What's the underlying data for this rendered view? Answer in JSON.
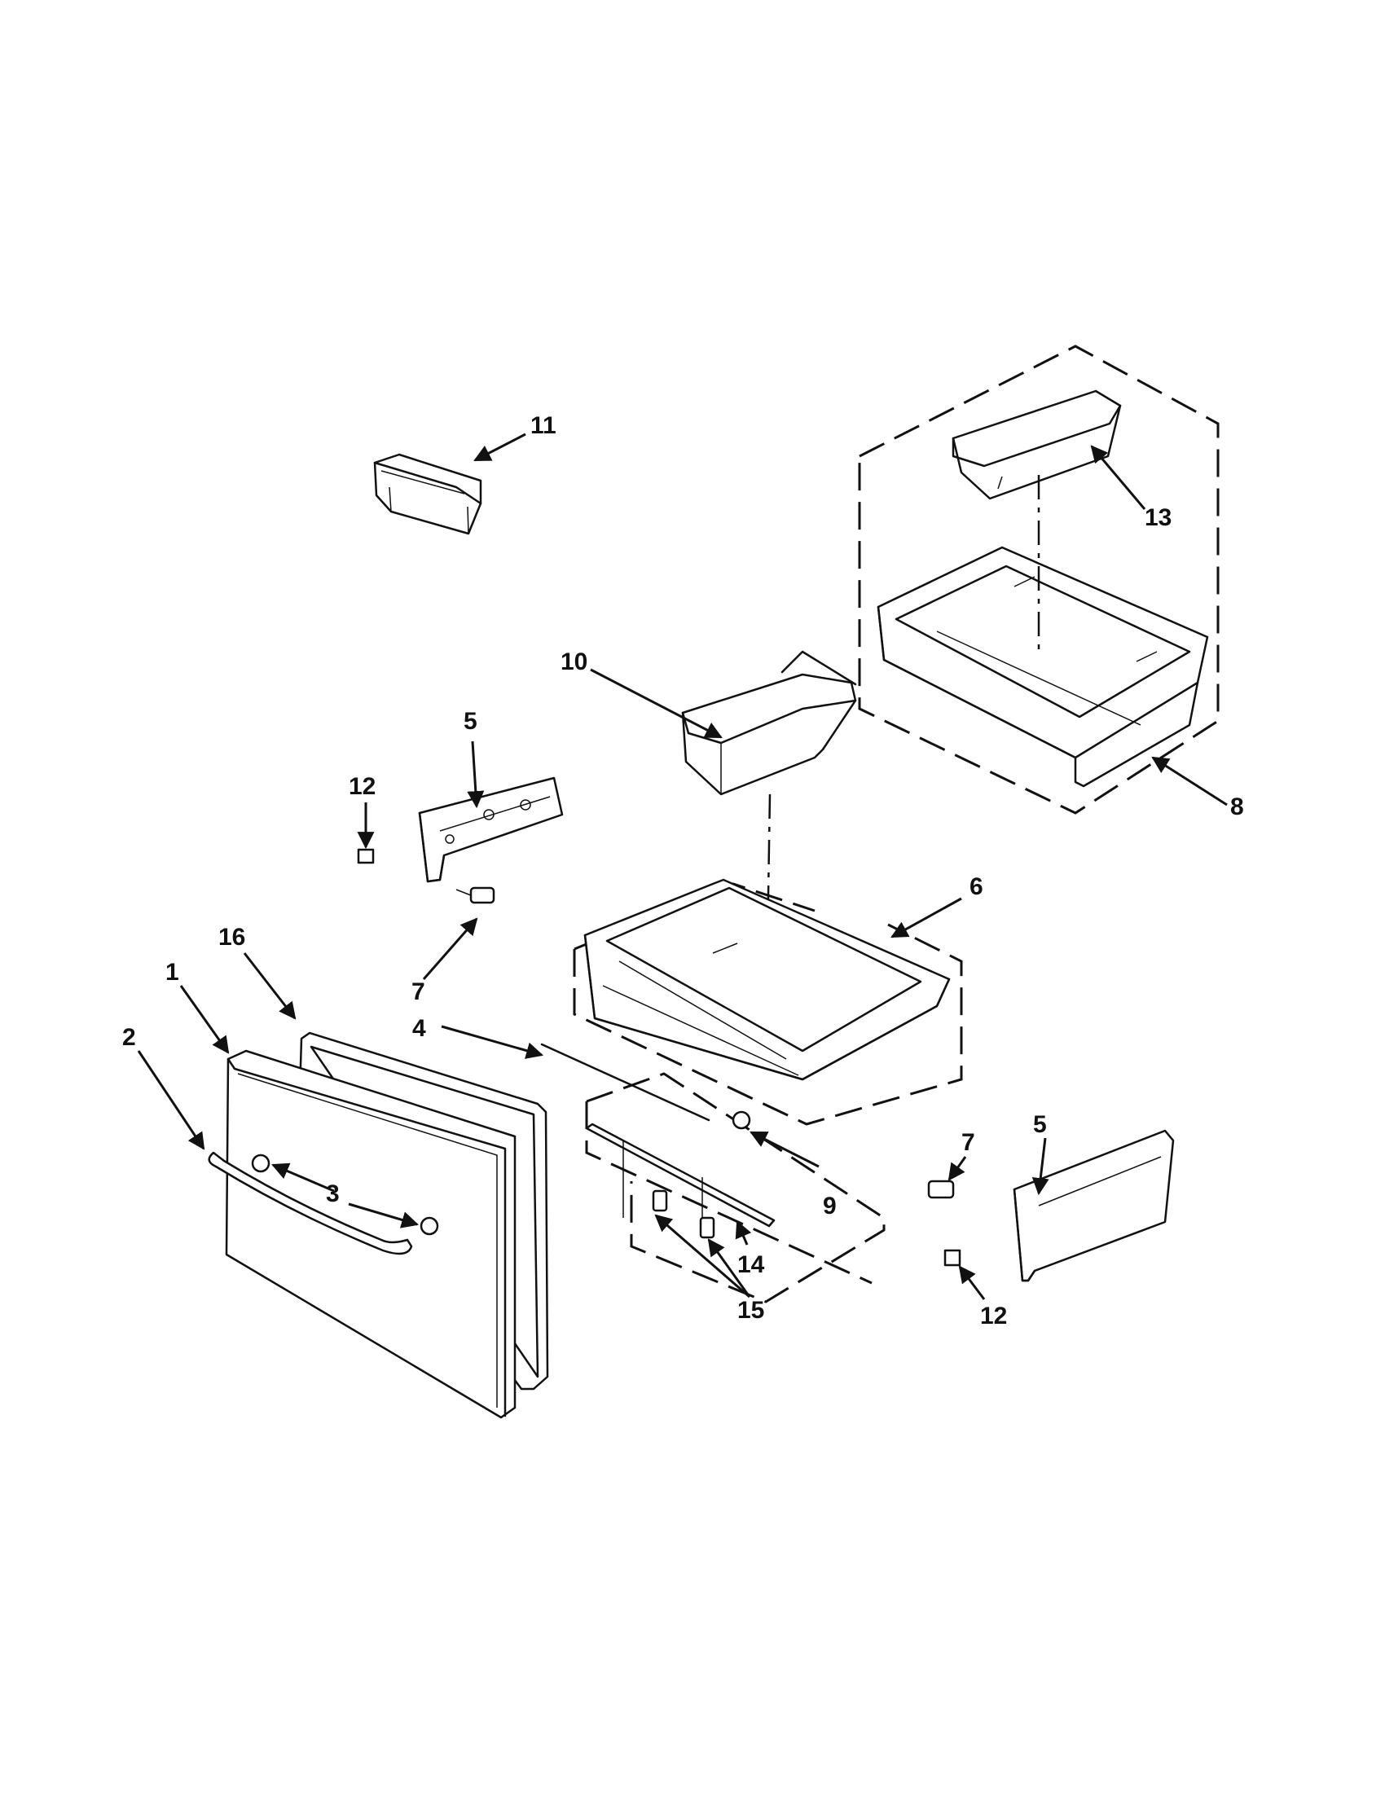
{
  "callouts": {
    "c1": "1",
    "c2": "2",
    "c3": "3",
    "c4": "4",
    "c5_left": "5",
    "c5_right": "5",
    "c6": "6",
    "c7_left": "7",
    "c7_right": "7",
    "c8": "8",
    "c9": "9",
    "c10": "10",
    "c11": "11",
    "c12_left": "12",
    "c12_right": "12",
    "c13": "13",
    "c14": "14",
    "c15": "15",
    "c16": "16"
  },
  "colors": {
    "ink": "#111111",
    "paper": "#ffffff"
  }
}
